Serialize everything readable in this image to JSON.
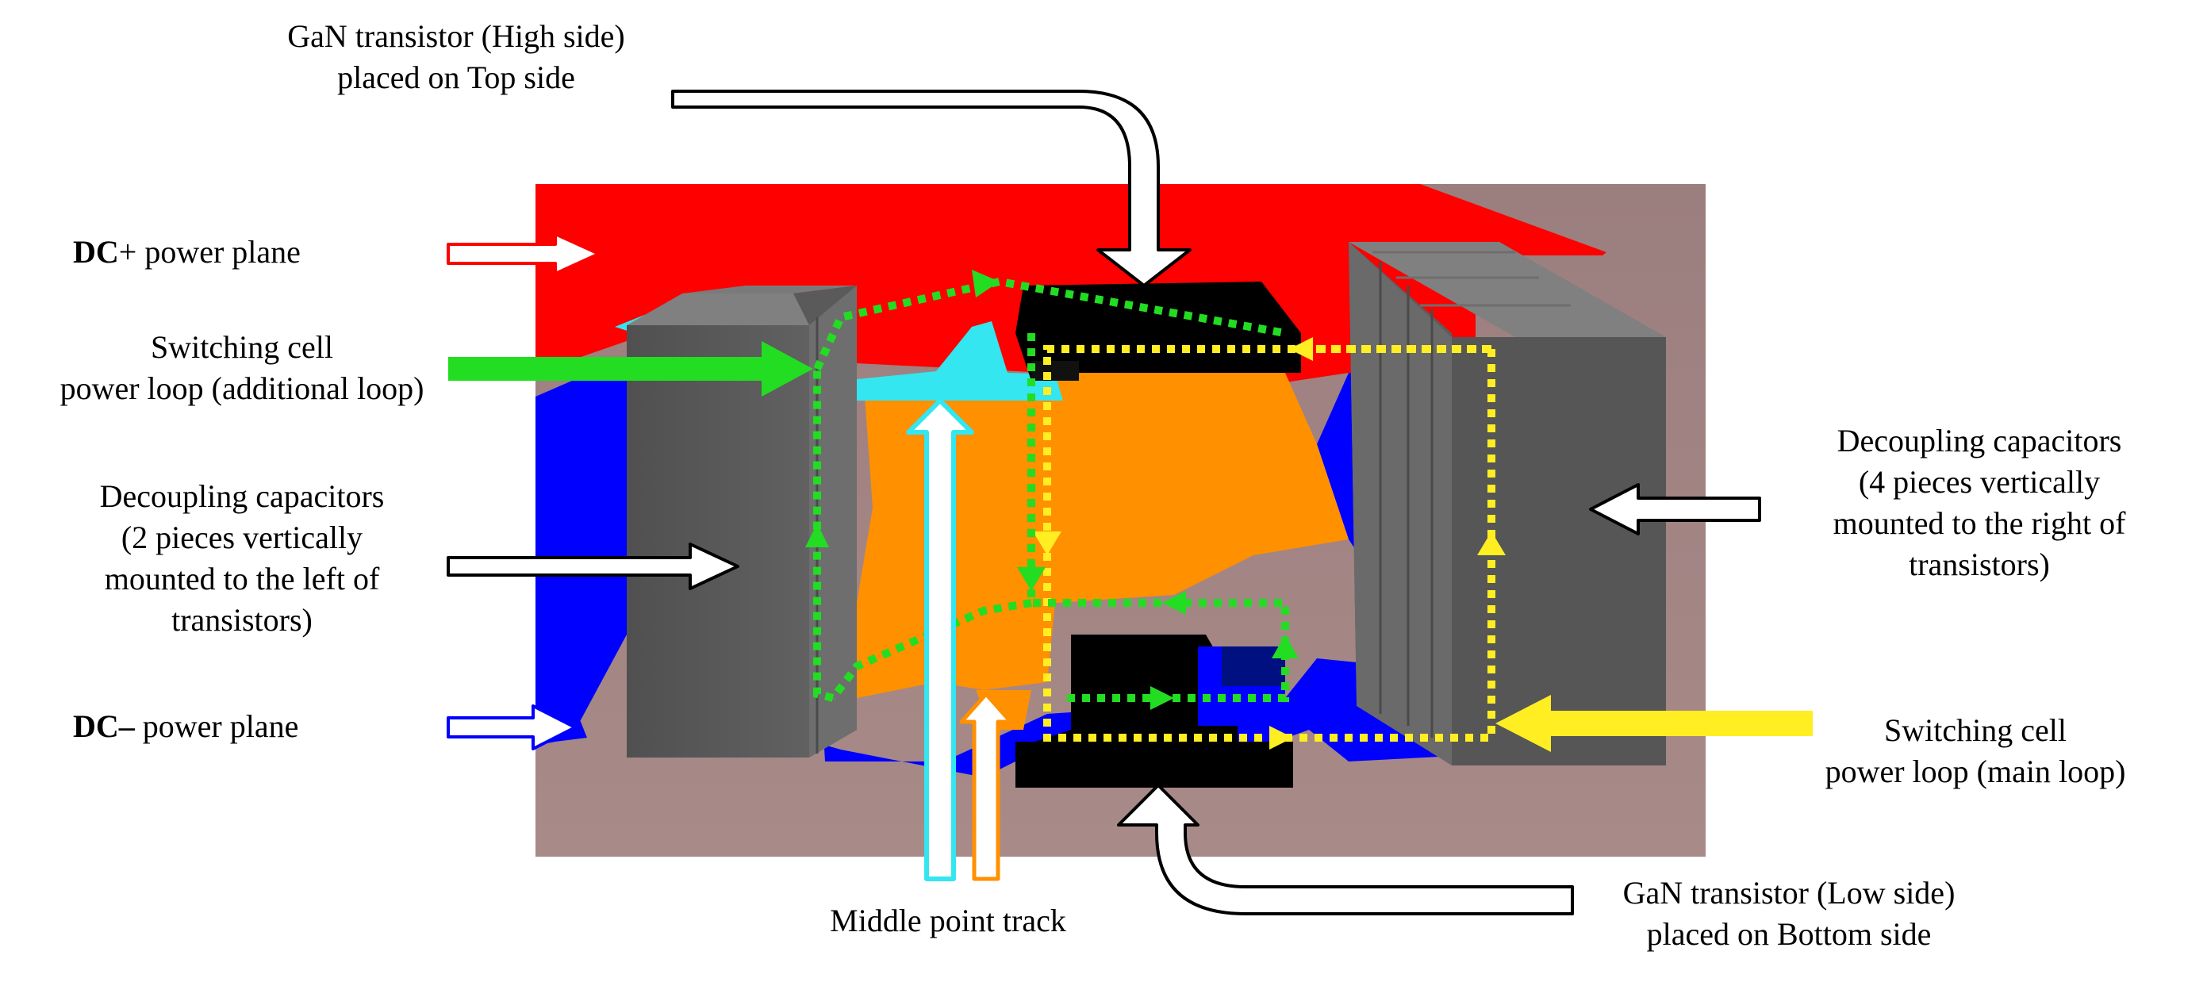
{
  "labels": {
    "high_side": [
      "GaN transistor (High side)",
      "placed on Top side"
    ],
    "dc_plus": {
      "bold": "DC",
      "rest": "+ power plane"
    },
    "add_loop": [
      "Switching cell",
      "power loop (additional loop)"
    ],
    "decoup_left": [
      "Decoupling capacitors",
      "(2 pieces vertically",
      "mounted to the left of",
      "transistors)"
    ],
    "dc_minus": {
      "bold": "DC–",
      "rest": " power plane"
    },
    "decoup_right": [
      "Decoupling capacitors",
      "(4 pieces vertically",
      "mounted to the right of",
      "transistors)"
    ],
    "main_loop": [
      "Switching cell",
      "power loop (main loop)"
    ],
    "middle": [
      "Middle point track"
    ],
    "low_side": [
      "GaN transistor (Low side)",
      "placed on Bottom side"
    ]
  },
  "colors": {
    "board": "#9a7c7c",
    "dc_plus_plane": "#ff0000",
    "dc_minus_plane": "#0000ff",
    "middle_point_plane": "#ff9000",
    "middle_point_track": "#33e6f0",
    "capacitor": "#585858",
    "transistor": "#000000",
    "additional_loop": "#22dd22",
    "main_loop": "#ffee22",
    "callout_arrow": "#ffffff"
  }
}
